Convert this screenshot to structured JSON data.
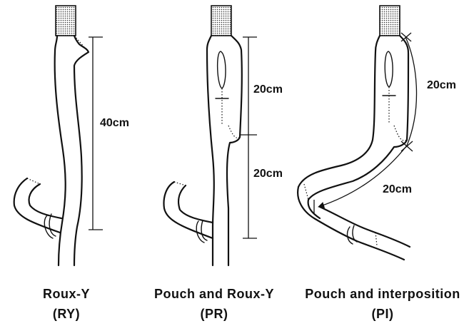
{
  "panels": [
    {
      "caption": "Roux-Y",
      "code": "(RY)",
      "measurements": [
        "40cm"
      ]
    },
    {
      "caption": "Pouch and Roux-Y",
      "code": "(PR)",
      "measurements": [
        "20cm",
        "20cm"
      ]
    },
    {
      "caption": "Pouch and interposition",
      "code": "(PI)",
      "measurements": [
        "20cm",
        "20cm"
      ]
    }
  ]
}
